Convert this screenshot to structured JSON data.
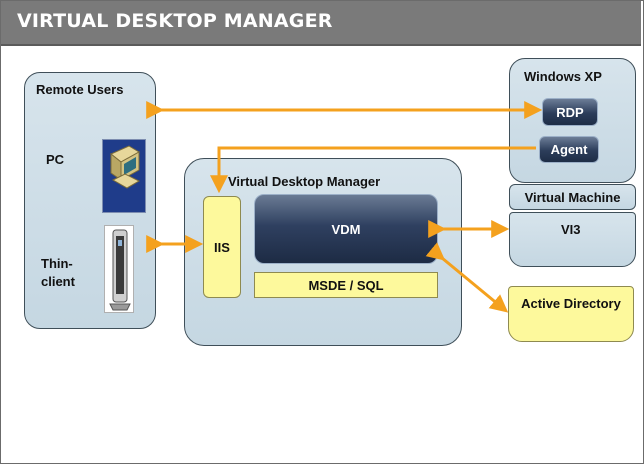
{
  "header": {
    "title": "VIRTUAL DESKTOP MANAGER"
  },
  "remote_users": {
    "title": "Remote Users",
    "pc_label": "PC",
    "thin_client_label": "Thin-\nclient"
  },
  "vdm_panel": {
    "title": "Virtual Desktop Manager",
    "iis_label": "IIS",
    "vdm_label": "VDM",
    "db_label": "MSDE / SQL"
  },
  "windows_xp": {
    "title": "Windows XP",
    "rdp_label": "RDP",
    "agent_label": "Agent"
  },
  "virtual_machine": {
    "label": "Virtual Machine"
  },
  "vi3": {
    "label": "VI3"
  },
  "active_directory": {
    "label": "Active Directory"
  },
  "colors": {
    "arrow": "#f4a11e",
    "panel_fill": "#cddde7",
    "navy_box": "#2c3d5a",
    "yellow_box": "#fdf99c",
    "title_bar": "#7a7a7a"
  }
}
